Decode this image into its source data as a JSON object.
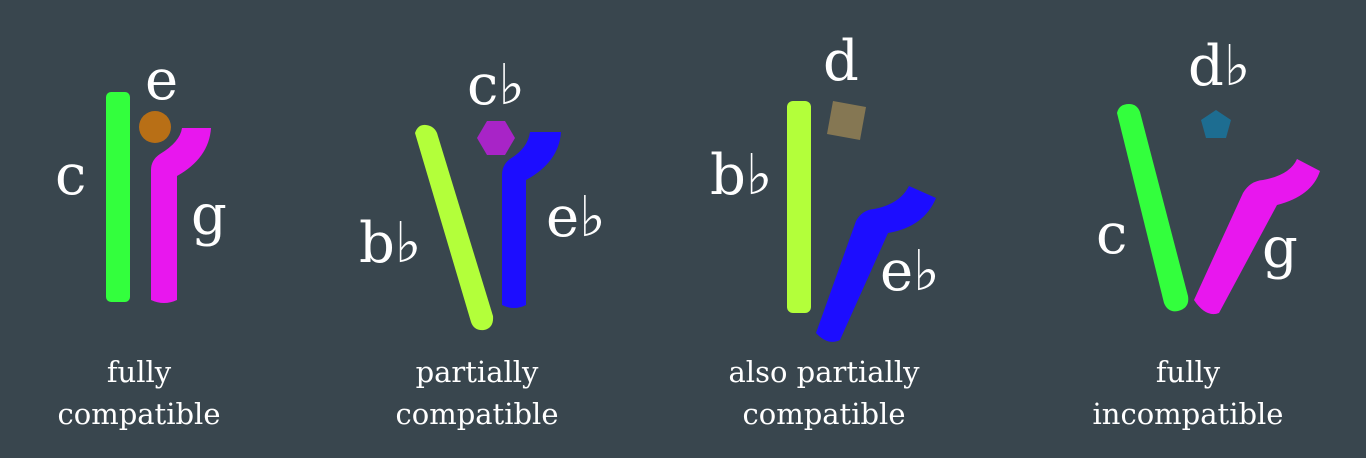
{
  "palette": {
    "background": "#39464e",
    "c": "#33ff3d",
    "g": "#e817ee",
    "e_dot": "#b86f16",
    "c_flat_dot": "#a824c7",
    "b_flat": "#b3ff3a",
    "e_flat": "#1c0dff",
    "d_dot": "#857753",
    "d_flat_dot": "#1d6d91"
  },
  "panels": [
    {
      "notes": {
        "left": "c",
        "top": "e",
        "right": "g"
      },
      "caption": {
        "line1": "fully",
        "line2": "compatible"
      },
      "top_marker_shape": "circle"
    },
    {
      "notes": {
        "left": "b♭",
        "top": "c♭",
        "right": "e♭"
      },
      "caption": {
        "line1": "partially",
        "line2": "compatible"
      },
      "top_marker_shape": "hexagon"
    },
    {
      "notes": {
        "left": "b♭",
        "top": "d",
        "right": "e♭"
      },
      "caption": {
        "line1": "also partially",
        "line2": "compatible"
      },
      "top_marker_shape": "square"
    },
    {
      "notes": {
        "left": "c",
        "top": "d♭",
        "right": "g"
      },
      "caption": {
        "line1": "fully",
        "line2": "incompatible"
      },
      "top_marker_shape": "pentagon"
    }
  ]
}
